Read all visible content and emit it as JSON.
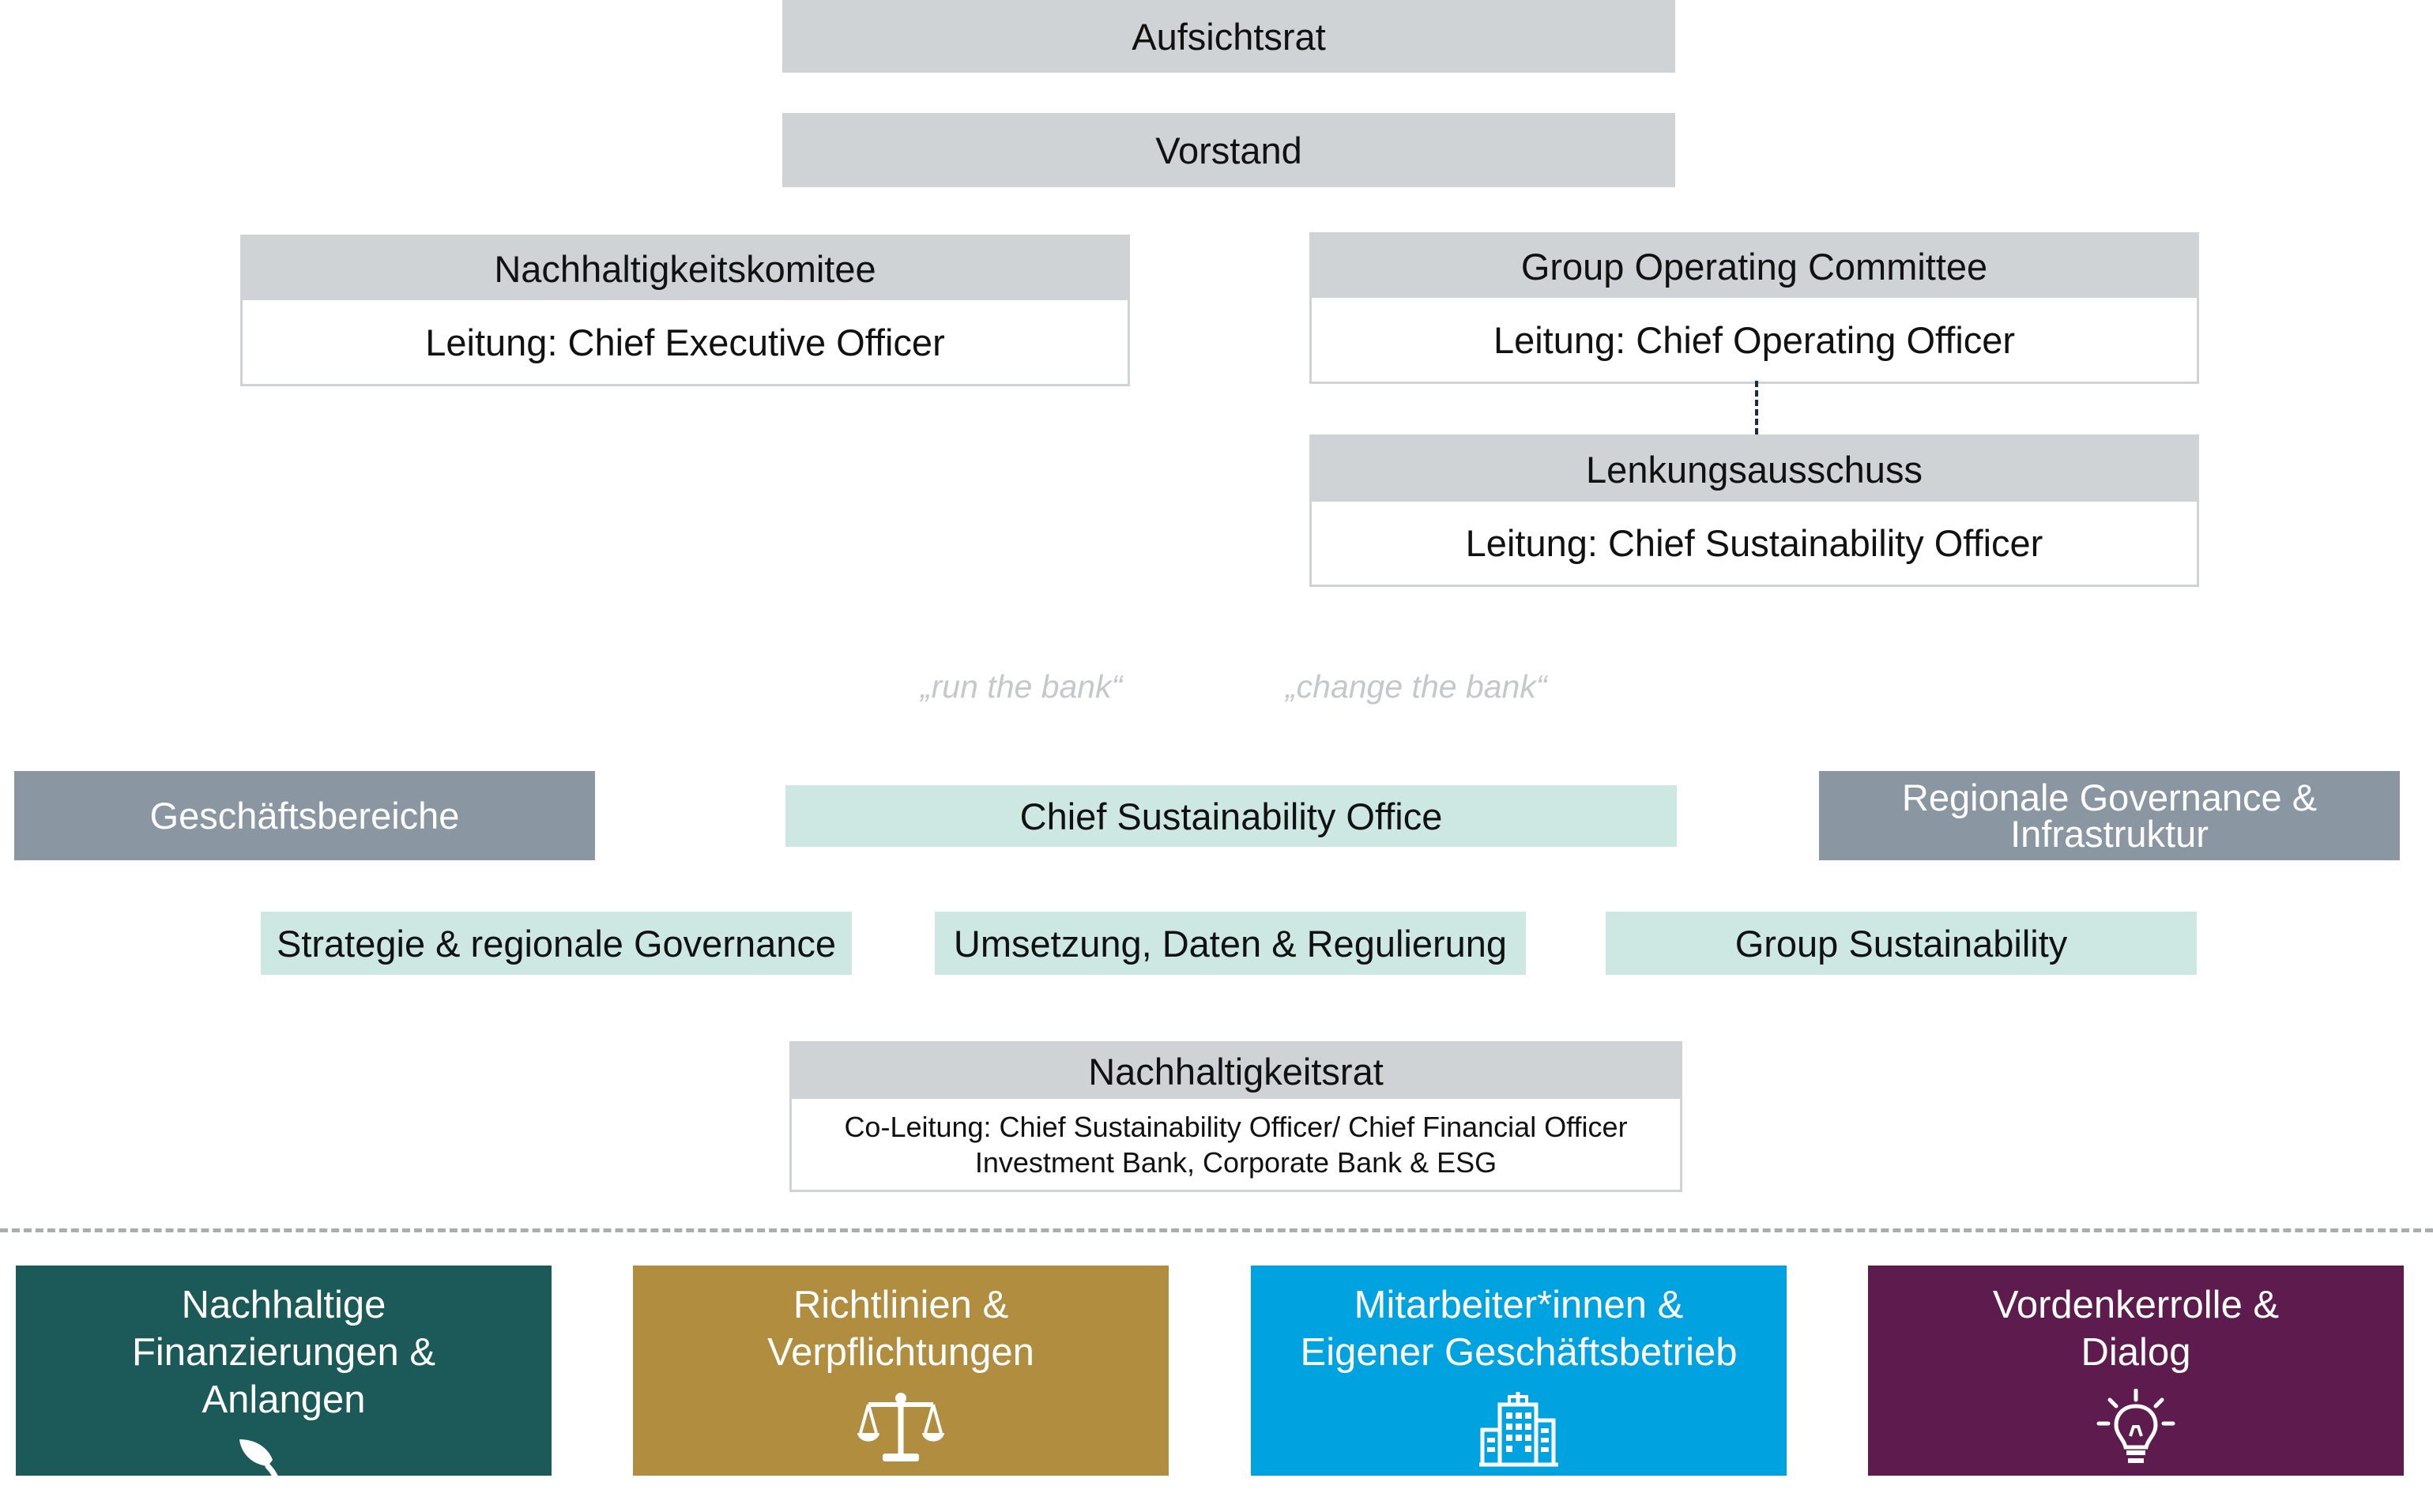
{
  "board": "Aufsichtsrat",
  "management": "Vorstand",
  "sustainability_committee": {
    "title": "Nachhaltigkeitskomitee",
    "lead": "Leitung: Chief Executive Officer"
  },
  "operating_committee": {
    "title": "Group Operating Committee",
    "lead": "Leitung: Chief Operating Officer"
  },
  "steering_committee": {
    "title": "Lenkungsausschuss",
    "lead": "Leitung: Chief Sustainability Officer"
  },
  "quotes": {
    "run": "„run the bank“",
    "change": "„change the bank“"
  },
  "business_divisions": "Geschäftsbereiche",
  "cso_office": "Chief Sustainability Office",
  "regional_governance": "Regionale Governance & Infrastruktur",
  "units": [
    "Strategie & regionale Governance",
    "Umsetzung, Daten & Regulierung",
    "Group Sustainability"
  ],
  "sustainability_council": {
    "title": "Nachhaltigkeitsrat",
    "lead_line1": "Co-Leitung: Chief Sustainability Officer/ Chief Financial Officer",
    "lead_line2": "Investment Bank, Corporate Bank & ESG"
  },
  "pillars": [
    {
      "title": "Nachhaltige Finanzierungen & Anlangen",
      "color": "#1b5a58",
      "icon": "leaf-icon"
    },
    {
      "title": "Richtlinien & Verpflichtungen",
      "color": "#b08d3f",
      "icon": "scales-icon"
    },
    {
      "title": "Mitarbeiter*innen & Eigener Geschäftsbetrieb",
      "color": "#00a3e0",
      "icon": "building-icon"
    },
    {
      "title": "Vordenkerrolle & Dialog",
      "color": "#5e1c4e",
      "icon": "lightbulb-icon"
    }
  ]
}
